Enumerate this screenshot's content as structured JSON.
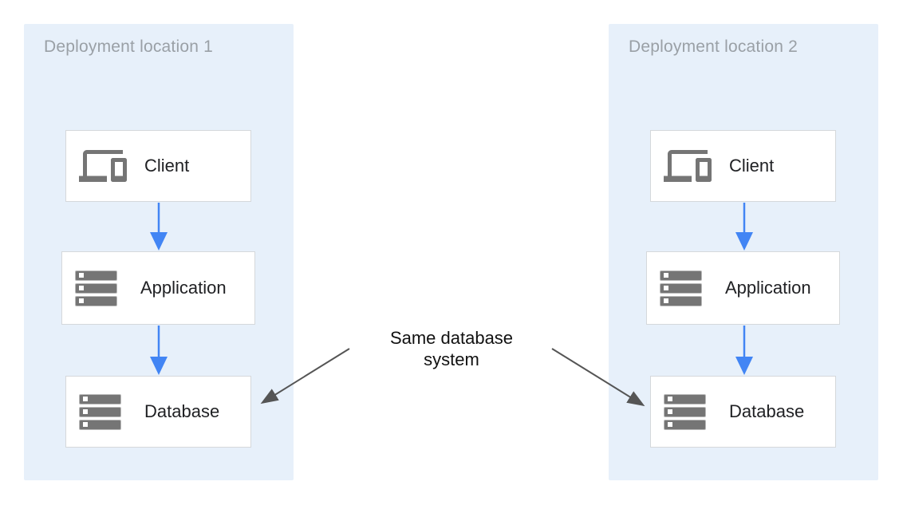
{
  "diagram": {
    "panels": [
      {
        "title": "Deployment location 1",
        "nodes": [
          {
            "label": "Client",
            "icon": "devices-icon"
          },
          {
            "label": "Application",
            "icon": "server-stack-icon"
          },
          {
            "label": "Database",
            "icon": "server-stack-icon"
          }
        ]
      },
      {
        "title": "Deployment location 2",
        "nodes": [
          {
            "label": "Client",
            "icon": "devices-icon"
          },
          {
            "label": "Application",
            "icon": "server-stack-icon"
          },
          {
            "label": "Database",
            "icon": "server-stack-icon"
          }
        ]
      }
    ],
    "annotation": {
      "text": "Same database system",
      "lines": [
        "Same database",
        "system"
      ],
      "points_to": [
        "database-node-1",
        "database-node-2"
      ]
    },
    "colors": {
      "panel_bg": "#e7f0fa",
      "node_border": "#d5d8db",
      "icon_gray": "#757575",
      "title_gray": "#9aa0a6",
      "label_color": "#202124",
      "flow_arrow_blue": "#4285f4",
      "annotation_arrow_gray": "#555555"
    }
  }
}
